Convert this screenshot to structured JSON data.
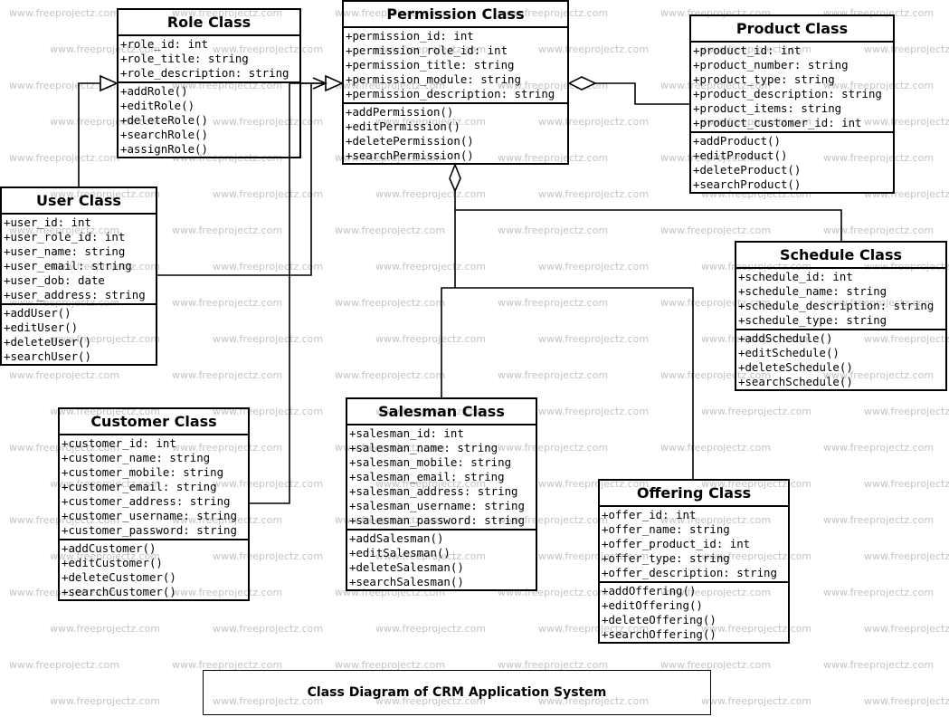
{
  "watermark_text": "www.freeprojectz.com",
  "caption": "Class Diagram of CRM Application System",
  "classes": {
    "role": {
      "name": "Role Class",
      "attributes": [
        "+role_id: int",
        "+role_title: string",
        "+role_description: string"
      ],
      "methods": [
        "+addRole()",
        "+editRole()",
        "+deleteRole()",
        "+searchRole()",
        "+assignRole()"
      ]
    },
    "permission": {
      "name": "Permission Class",
      "attributes": [
        "+permission_id: int",
        "+permission_role_id: int",
        "+permission_title: string",
        "+permission_module: string",
        "+permission_description: string"
      ],
      "methods": [
        "+addPermission()",
        "+editPermission()",
        "+deletePermission()",
        "+searchPermission()"
      ]
    },
    "product": {
      "name": "Product Class",
      "attributes": [
        "+product_id: int",
        "+product_number: string",
        "+product_type: string",
        "+product_description: string",
        "+product_items: string",
        "+product_customer_id: int"
      ],
      "methods": [
        "+addProduct()",
        "+editProduct()",
        "+deleteProduct()",
        "+searchProduct()"
      ]
    },
    "user": {
      "name": "User Class",
      "attributes": [
        "+user_id: int",
        "+user_role_id: int",
        "+user_name: string",
        "+user_email: string",
        "+user_dob: date",
        "+user_address: string"
      ],
      "methods": [
        "+addUser()",
        "+editUser()",
        "+deleteUser()",
        "+searchUser()"
      ]
    },
    "schedule": {
      "name": "Schedule Class",
      "attributes": [
        "+schedule_id: int",
        "+schedule_name: string",
        "+schedule_description: string",
        "+schedule_type: string"
      ],
      "methods": [
        "+addSchedule()",
        "+editSchedule()",
        "+deleteSchedule()",
        "+searchSchedule()"
      ]
    },
    "customer": {
      "name": "Customer Class",
      "attributes": [
        "+customer_id: int",
        "+customer_name: string",
        "+customer_mobile: string",
        "+customer_email: string",
        "+customer_address: string",
        "+customer_username: string",
        "+customer_password: string"
      ],
      "methods": [
        "+addCustomer()",
        "+editCustomer()",
        "+deleteCustomer()",
        "+searchCustomer()"
      ]
    },
    "salesman": {
      "name": "Salesman Class",
      "attributes": [
        "+salesman_id: int",
        "+salesman_name: string",
        "+salesman_mobile: string",
        "+salesman_email: string",
        "+salesman_address: string",
        "+salesman_username: string",
        "+salesman_password: string"
      ],
      "methods": [
        "+addSalesman()",
        "+editSalesman()",
        "+deleteSalesman()",
        "+searchSalesman()"
      ]
    },
    "offering": {
      "name": "Offering Class",
      "attributes": [
        "+offer_id: int",
        "+offer_name: string",
        "+offer_product_id: int",
        "+offer_type: string",
        "+offer_description: string"
      ],
      "methods": [
        "+addOffering()",
        "+editOffering()",
        "+deleteOffering()",
        "+searchOffering()"
      ]
    }
  }
}
